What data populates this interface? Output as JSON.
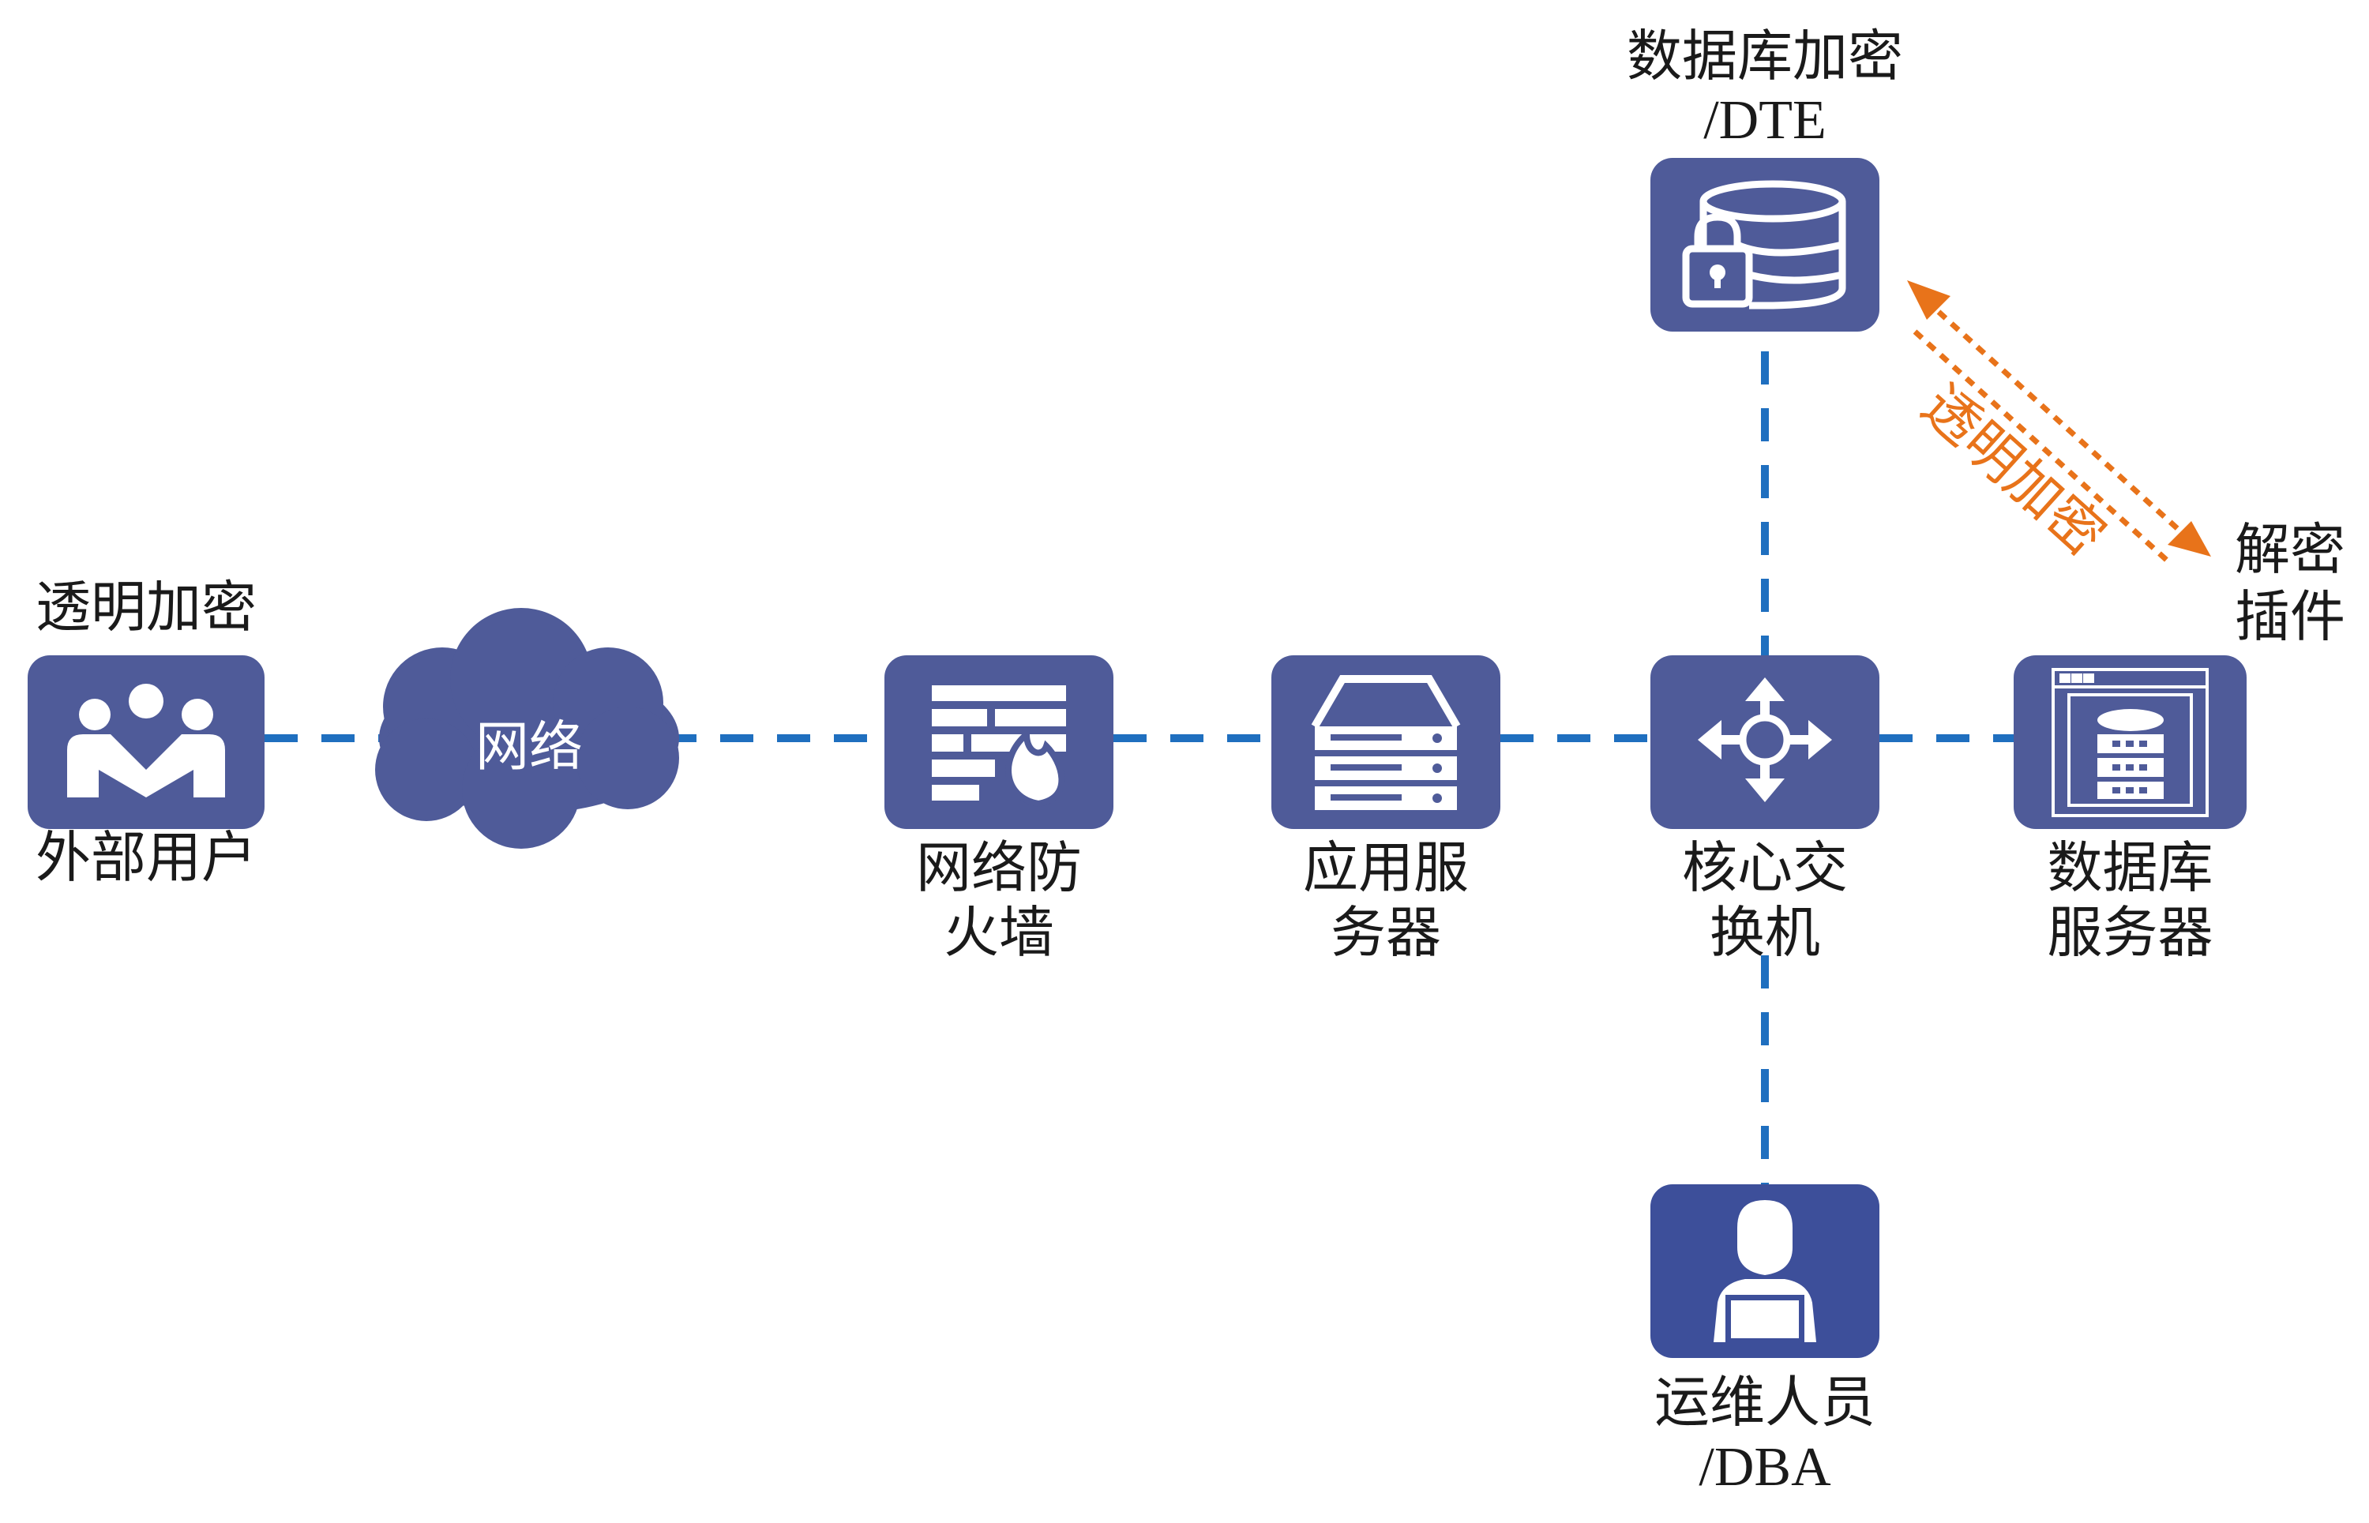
{
  "nodes": {
    "external_user": {
      "label": "外部用户",
      "top_label": "透明加密",
      "icon": "users-icon"
    },
    "network": {
      "label": "网络",
      "icon": "cloud-icon"
    },
    "firewall": {
      "label_line1": "网络防",
      "label_line2": "火墙",
      "icon": "firewall-icon"
    },
    "app_server": {
      "label_line1": "应用服",
      "label_line2": "务器",
      "icon": "server-icon"
    },
    "core_switch": {
      "label_line1": "核心交",
      "label_line2": "换机",
      "icon": "switch-icon"
    },
    "db_server": {
      "label_line1": "数据库",
      "label_line2": "服务器",
      "icon": "database-server-icon"
    },
    "dte": {
      "label_line1": "数据库加密",
      "label_line2": "/DTE",
      "icon": "database-lock-icon"
    },
    "dba": {
      "label_line1": "运维人员",
      "label_line2": "/DBA",
      "icon": "operator-icon"
    }
  },
  "annotations": {
    "transparent_encryption": "透明加密",
    "decrypt_plugin_line1": "解密",
    "decrypt_plugin_line2": "插件"
  },
  "colors": {
    "node_fill": "#4f5b99",
    "dba_fill": "#3d4f9a",
    "connector": "#1f6fbf",
    "encryption_arrow": "#e8731a",
    "icon": "#ffffff"
  }
}
